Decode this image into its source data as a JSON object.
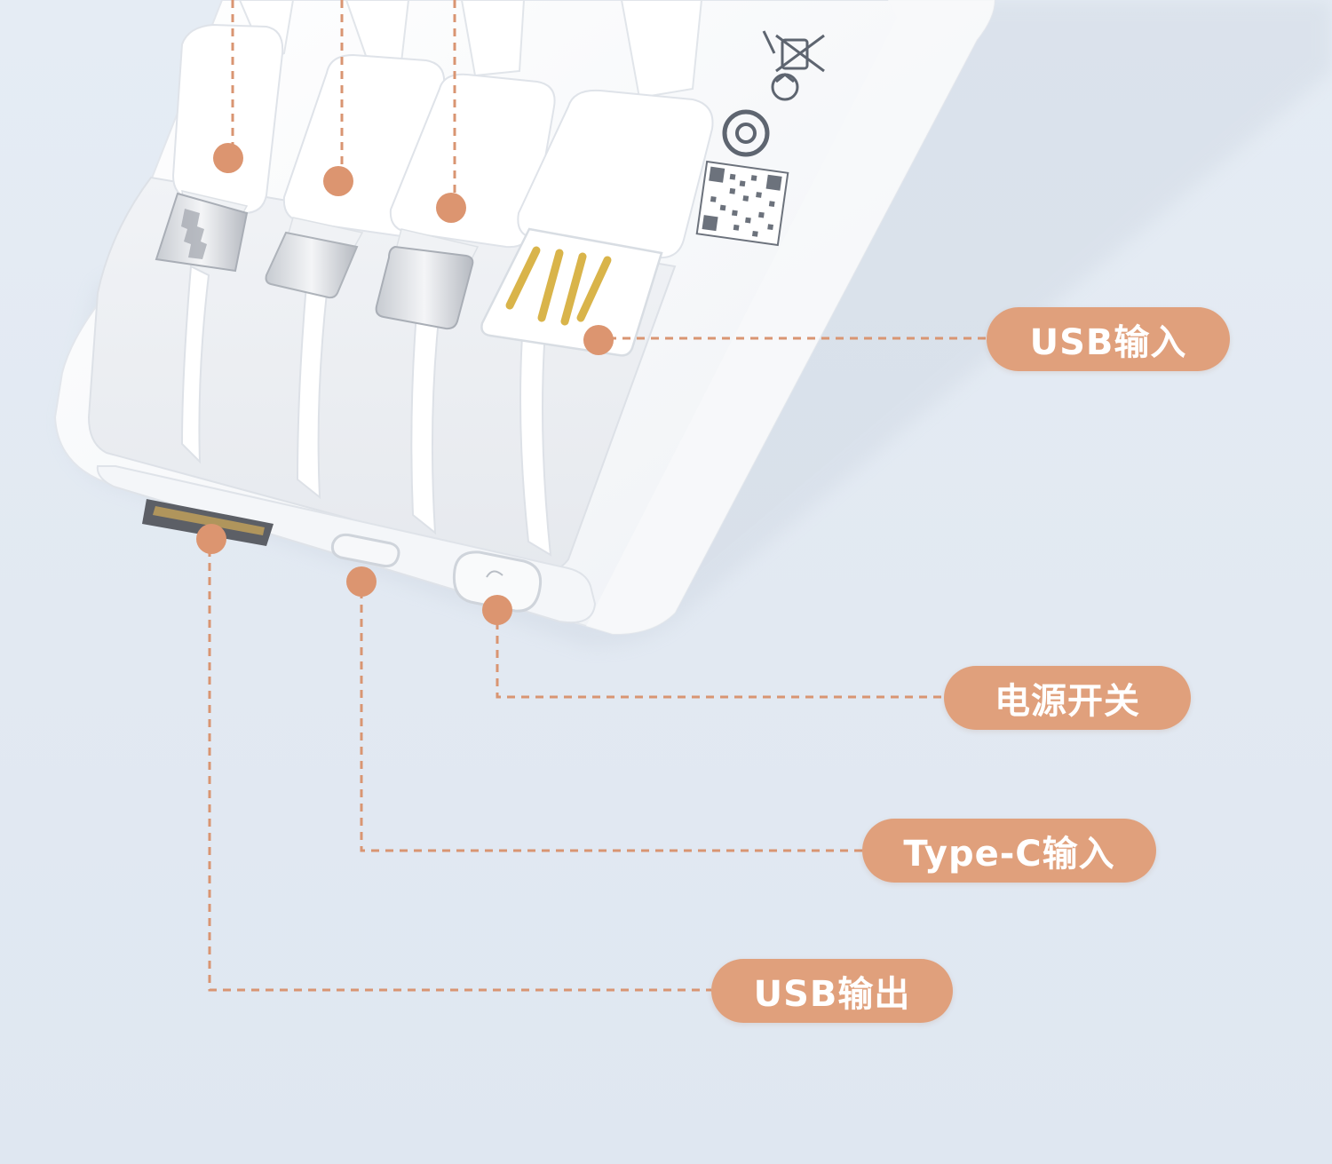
{
  "labels": {
    "usb_input": "USB输入",
    "power_switch": "电源开关",
    "typec_input": "Type-C输入",
    "usb_output": "USB输出"
  },
  "icons": {
    "recycle": "recycle-icon",
    "crossed_bin": "crossed-bin-icon",
    "qr": "qr-code-icon"
  },
  "colors": {
    "accent": "#e0a07c",
    "leader_line": "#d99572",
    "background": "#e3eaf3",
    "device": "#ffffff"
  }
}
